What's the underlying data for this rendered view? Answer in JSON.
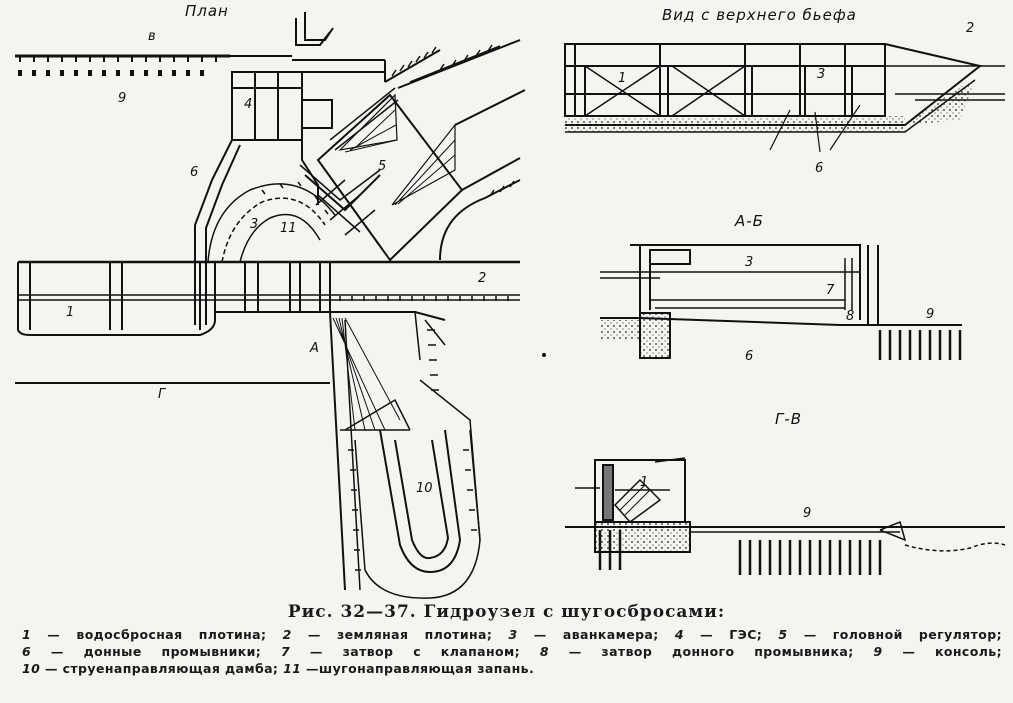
{
  "views": {
    "plan": "План",
    "upstream": "Вид с верхнего бьефа",
    "section_ab": "А-Б",
    "section_gv": "Г-В"
  },
  "plan_labels": {
    "v": "в",
    "nine": "9",
    "four": "4",
    "five": "5",
    "six": "6",
    "three": "3",
    "eleven": "11",
    "one": "1",
    "two": "2",
    "a": "А",
    "g": "Г",
    "ten": "10"
  },
  "upstream_labels": {
    "one": "1",
    "three": "3",
    "two": "2",
    "six": "6"
  },
  "ab_labels": {
    "three": "3",
    "seven": "7",
    "eight": "8",
    "nine": "9",
    "six": "6"
  },
  "gv_labels": {
    "one": "1",
    "nine": "9"
  },
  "caption": {
    "title": "Рис. 32—37. Гидроузел с шугосбросами:",
    "items": [
      {
        "num": "1",
        "text": "— водосбросная плотина;"
      },
      {
        "num": "2",
        "text": "— земляная плотина;"
      },
      {
        "num": "3",
        "text": "— аванкамера;"
      },
      {
        "num": "4",
        "text": "— ГЭС;"
      },
      {
        "num": "5",
        "text": "— головной регулятор;"
      },
      {
        "num": "6",
        "text": "— донные промывники;"
      },
      {
        "num": "7",
        "text": "— затвор с клапаном;"
      },
      {
        "num": "8",
        "text": "— затвор донного промывника;"
      },
      {
        "num": "9",
        "text": "— консоль;"
      },
      {
        "num": "10",
        "text": "— струенаправляющая дамба;"
      },
      {
        "num": "11",
        "text": "—шугонаправляющая запань."
      }
    ]
  }
}
